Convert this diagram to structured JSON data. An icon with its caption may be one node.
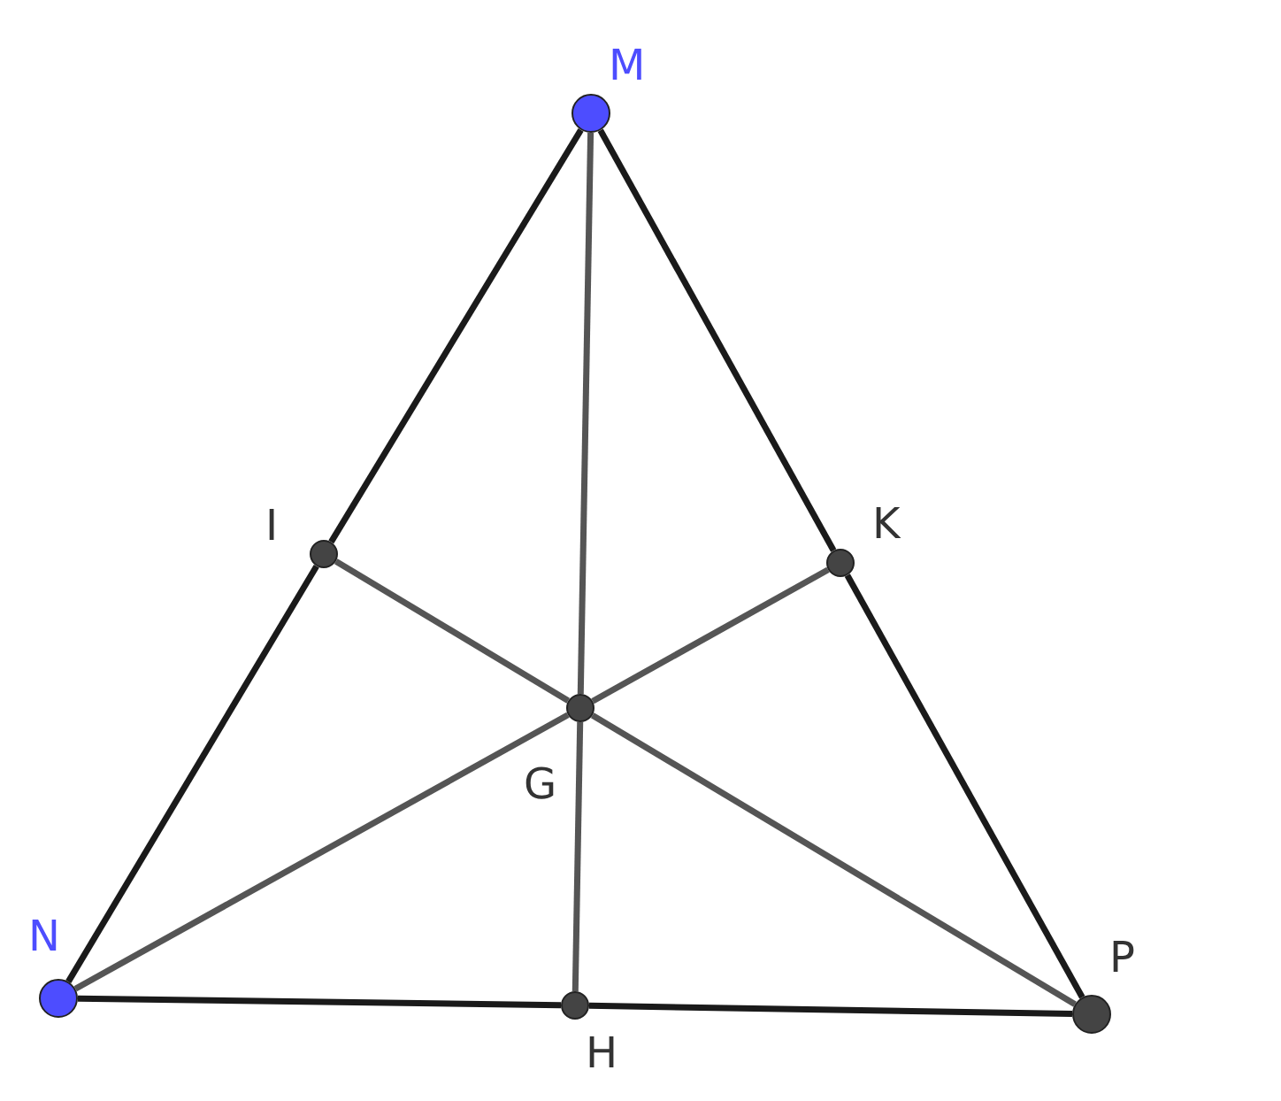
{
  "diagram": {
    "nodes": [
      {
        "text": [
          "M"
        ]
      },
      {
        "text": [
          "I"
        ]
      },
      {
        "text": [
          "K"
        ]
      },
      {
        "text": [
          "G"
        ]
      },
      {
        "text": [
          "N"
        ]
      },
      {
        "text": [
          "H"
        ]
      },
      {
        "text": [
          "P"
        ]
      }
    ],
    "edges": [
      {
        "from": 0,
        "to": 1,
        "arrow": "none"
      },
      {
        "from": 1,
        "to": 4,
        "arrow": "none"
      },
      {
        "from": 4,
        "to": 5,
        "arrow": "none"
      },
      {
        "from": 5,
        "to": 6,
        "arrow": "none"
      },
      {
        "from": 6,
        "to": 2,
        "arrow": "none"
      },
      {
        "from": 2,
        "to": 0,
        "arrow": "none"
      },
      {
        "from": 0,
        "to": 3,
        "arrow": "none",
        "color": "#555555"
      },
      {
        "from": 3,
        "to": 5,
        "arrow": "none",
        "color": "#555555"
      },
      {
        "from": 4,
        "to": 3,
        "arrow": "none",
        "color": "#555555"
      },
      {
        "from": 3,
        "to": 2,
        "arrow": "none",
        "color": "#555555"
      },
      {
        "from": 6,
        "to": 3,
        "arrow": "none",
        "color": "#555555"
      },
      {
        "from": 3,
        "to": 1,
        "arrow": "none",
        "color": "#555555"
      }
    ]
  }
}
